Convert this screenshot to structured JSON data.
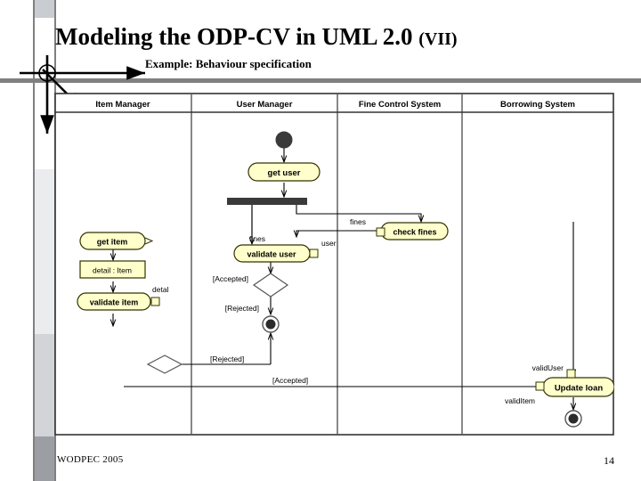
{
  "slide": {
    "title_main": "Modeling the ODP-CV in UML 2.0 ",
    "title_suffix": "(VII)",
    "subtitle": "Example: Behaviour specification",
    "footer": "WODPEC 2005",
    "page_number": "14"
  },
  "colors": {
    "rule": "#808080",
    "node_fill": "#ffffcc",
    "node_stroke": "#333300",
    "line": "#000000",
    "frame": "#333333",
    "rail_dark": "#9b9ea3",
    "rail_mid": "#d2d4d7",
    "rail_light": "#ebecee"
  },
  "diagram": {
    "type": "uml-activity-diagram",
    "lanes": [
      {
        "label": "Item Manager"
      },
      {
        "label": "User Manager"
      },
      {
        "label": "Fine Control System"
      },
      {
        "label": "Borrowing System"
      }
    ],
    "nodes": [
      {
        "id": "start",
        "kind": "initial-node",
        "lane": "User Manager",
        "label": ""
      },
      {
        "id": "get-user",
        "kind": "action",
        "lane": "User Manager",
        "label": "get user"
      },
      {
        "id": "fork",
        "kind": "fork-bar",
        "lane": "User Manager",
        "label": ""
      },
      {
        "id": "check-fines",
        "kind": "action",
        "lane": "Fine Control System",
        "label": "check fines"
      },
      {
        "id": "validate-user",
        "kind": "action",
        "lane": "User Manager",
        "label": "validate user"
      },
      {
        "id": "decision-user",
        "kind": "decision",
        "lane": "User Manager",
        "label": ""
      },
      {
        "id": "final-user",
        "kind": "final-node",
        "lane": "User Manager",
        "label": ""
      },
      {
        "id": "get-item",
        "kind": "action",
        "lane": "Item Manager",
        "label": "get item"
      },
      {
        "id": "detail-item",
        "kind": "object-node",
        "lane": "Item Manager",
        "label": "detail : Item"
      },
      {
        "id": "validate-item",
        "kind": "action",
        "lane": "Item Manager",
        "label": "validate item"
      },
      {
        "id": "decision-item",
        "kind": "decision",
        "lane": "Item Manager",
        "label": ""
      },
      {
        "id": "update-loan",
        "kind": "action",
        "lane": "Borrowing System",
        "label": "Update loan"
      },
      {
        "id": "final-loan",
        "kind": "final-node",
        "lane": "Borrowing System",
        "label": ""
      }
    ],
    "edge_labels": [
      {
        "id": "fines-out",
        "text": "fines"
      },
      {
        "id": "fines-in",
        "text": "fines"
      },
      {
        "id": "user-pin",
        "text": "user"
      },
      {
        "id": "detail-pin",
        "text": "detal"
      },
      {
        "id": "guard-accepted-user",
        "text": "[Accepted]"
      },
      {
        "id": "guard-rejected-user",
        "text": "[Rejected]"
      },
      {
        "id": "guard-rejected-item",
        "text": "[Rejected]"
      },
      {
        "id": "guard-accepted-item",
        "text": "[Accepted]"
      },
      {
        "id": "valid-user-pin",
        "text": "validUser"
      },
      {
        "id": "valid-item-pin",
        "text": "validItem"
      }
    ]
  }
}
